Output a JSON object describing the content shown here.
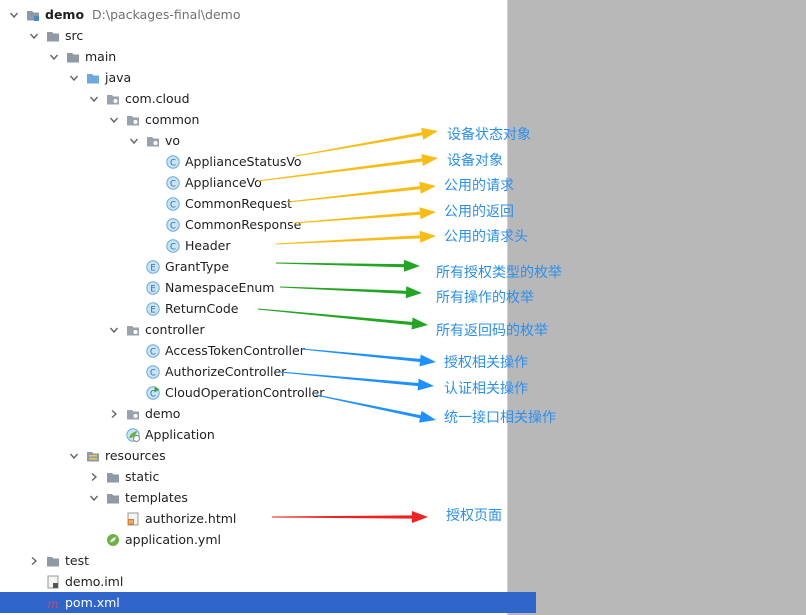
{
  "colors": {
    "annotation_text": "#2b8ff0",
    "arrow_yellow": "#f7bd16",
    "arrow_green": "#22a522",
    "arrow_blue": "#1e90ff",
    "arrow_red": "#ee2222",
    "selected_row": "#2f65ca"
  },
  "tree": [
    {
      "name": "demo",
      "path": "D:\\packages-final\\demo",
      "icon": "module-folder-icon",
      "expand": "down"
    },
    {
      "name": "src",
      "icon": "folder-icon",
      "expand": "down"
    },
    {
      "name": "main",
      "icon": "folder-icon",
      "expand": "down"
    },
    {
      "name": "java",
      "icon": "source-folder-icon",
      "expand": "down"
    },
    {
      "name": "com.cloud",
      "icon": "package-icon",
      "expand": "down"
    },
    {
      "name": "common",
      "icon": "package-icon",
      "expand": "down"
    },
    {
      "name": "vo",
      "icon": "package-icon",
      "expand": "down"
    },
    {
      "name": "ApplianceStatusVo",
      "icon": "class-icon",
      "expand": "none"
    },
    {
      "name": "ApplianceVo",
      "icon": "class-icon",
      "expand": "none"
    },
    {
      "name": "CommonRequest",
      "icon": "class-icon",
      "expand": "none"
    },
    {
      "name": "CommonResponse",
      "icon": "class-icon",
      "expand": "none"
    },
    {
      "name": "Header",
      "icon": "class-icon",
      "expand": "none"
    },
    {
      "name": "GrantType",
      "icon": "enum-icon",
      "expand": "none"
    },
    {
      "name": "NamespaceEnum",
      "icon": "enum-icon",
      "expand": "none"
    },
    {
      "name": "ReturnCode",
      "icon": "enum-icon",
      "expand": "none"
    },
    {
      "name": "controller",
      "icon": "package-icon",
      "expand": "down"
    },
    {
      "name": "AccessTokenController",
      "icon": "class-icon",
      "expand": "none"
    },
    {
      "name": "AuthorizeController",
      "icon": "class-icon",
      "expand": "none"
    },
    {
      "name": "CloudOperationController",
      "icon": "class-run-icon",
      "expand": "none"
    },
    {
      "name": "demo",
      "icon": "package-icon",
      "expand": "right"
    },
    {
      "name": "Application",
      "icon": "spring-app-icon",
      "expand": "none"
    },
    {
      "name": "resources",
      "icon": "resources-folder-icon",
      "expand": "down"
    },
    {
      "name": "static",
      "icon": "folder-icon",
      "expand": "right"
    },
    {
      "name": "templates",
      "icon": "folder-icon",
      "expand": "down"
    },
    {
      "name": "authorize.html",
      "icon": "html-file-icon",
      "expand": "none"
    },
    {
      "name": "application.yml",
      "icon": "yml-file-icon",
      "expand": "none"
    },
    {
      "name": "test",
      "icon": "folder-icon",
      "expand": "right"
    },
    {
      "name": "demo.iml",
      "icon": "iml-file-icon",
      "expand": "none"
    },
    {
      "name": "pom.xml",
      "icon": "maven-file-icon",
      "expand": "none",
      "selected": true
    }
  ],
  "annotations": [
    {
      "text": "设备状态对象",
      "color": "yellow"
    },
    {
      "text": "设备对象",
      "color": "yellow"
    },
    {
      "text": "公用的请求",
      "color": "yellow"
    },
    {
      "text": "公用的返回",
      "color": "yellow"
    },
    {
      "text": "公用的请求头",
      "color": "yellow"
    },
    {
      "text": "所有授权类型的枚举",
      "color": "green"
    },
    {
      "text": "所有操作的枚举",
      "color": "green"
    },
    {
      "text": "所有返回码的枚举",
      "color": "green"
    },
    {
      "text": "授权相关操作",
      "color": "blue"
    },
    {
      "text": "认证相关操作",
      "color": "blue"
    },
    {
      "text": "统一接口相关操作",
      "color": "blue"
    },
    {
      "text": "授权页面",
      "color": "red"
    }
  ]
}
